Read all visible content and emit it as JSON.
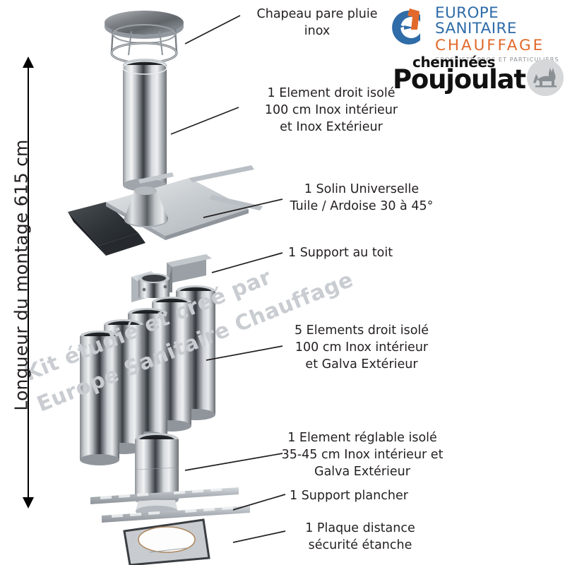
{
  "dimension": {
    "label": "Longueur du montage  615 cm",
    "value": "615 cm",
    "arrow_top_name": "up-arrow",
    "arrow_bottom_name": "down-arrow"
  },
  "callouts": [
    {
      "id": "cap",
      "lines": [
        "Chapeau pare pluie",
        "inox"
      ]
    },
    {
      "id": "element1",
      "lines": [
        "1 Element droit isolé",
        "100 cm Inox intérieur",
        "et Inox Extérieur"
      ]
    },
    {
      "id": "solin",
      "lines": [
        "1 Solin Universelle",
        "Tuile / Ardoise 30 à 45°"
      ]
    },
    {
      "id": "support-toit",
      "lines": [
        "1 Support au toit"
      ]
    },
    {
      "id": "element5",
      "lines": [
        "5 Elements droit isolé",
        "100 cm Inox intérieur",
        "et Galva Extérieur"
      ]
    },
    {
      "id": "reglable",
      "lines": [
        "1 Element réglable isolé",
        "35-45 cm Inox intérieur et",
        "Galva Extérieur"
      ]
    },
    {
      "id": "support-plancher",
      "lines": [
        "1 Support plancher"
      ]
    },
    {
      "id": "plaque",
      "lines": [
        "1 Plaque distance",
        "sécurité étanche"
      ]
    }
  ],
  "watermark": {
    "line1": "Kit étudié et créé par",
    "line2": "Europe Sanitaire Chauffage"
  },
  "logos": {
    "europe_sanitaire": {
      "line1": "EUROPE SANITAIRE",
      "line2": "CHAUFFAGE",
      "line3": "GROSSISTE PROS ET PARTICULIERS",
      "blue": "#2f6ca8",
      "orange": "#e2692c",
      "gray": "#8c8f93"
    },
    "poujoulat": {
      "line1": "cheminées",
      "line2": "Poujoulat",
      "emblem": "cat-silhouette",
      "text_color": "#111111",
      "circle_color": "#d5d7d9"
    }
  },
  "parts": {
    "cap": "chimney-rain-cap",
    "tube_top": "insulated-straight-element-inox",
    "solin": "universal-roof-flashing",
    "roof_support": "roof-support-bracket",
    "tubes": "five-insulated-straight-elements",
    "adjustable": "adjustable-insulated-element",
    "floor_support": "floor-support-rails",
    "plate": "safety-distance-plate"
  }
}
